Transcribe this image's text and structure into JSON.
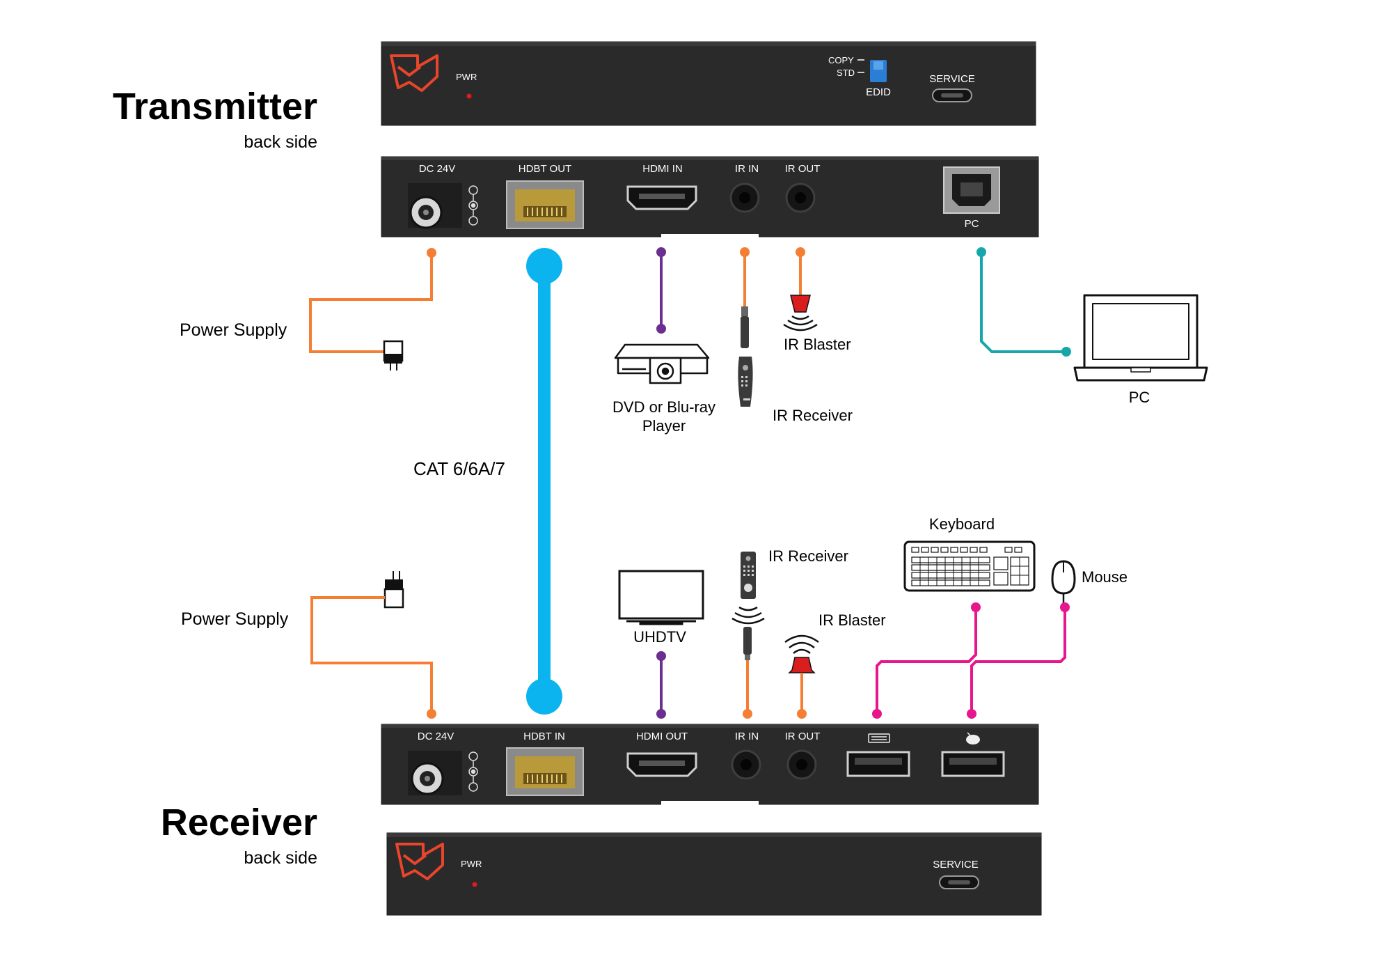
{
  "transmitter": {
    "title": "Transmitter",
    "subtitle": "back side",
    "front": {
      "pwr": "PWR",
      "copy": "COPY",
      "std": "STD",
      "edid": "EDID",
      "service": "SERVICE"
    },
    "rear": {
      "dc": "DC 24V",
      "hdbt": "HDBT OUT",
      "hdmi": "HDMI IN",
      "ir_in": "IR IN",
      "ir_out": "IR OUT",
      "pc": "PC"
    }
  },
  "receiver": {
    "title": "Receiver",
    "subtitle": "back side",
    "rear": {
      "dc": "DC 24V",
      "hdbt": "HDBT IN",
      "hdmi": "HDMI OUT",
      "ir_in": "IR IN",
      "ir_out": "IR OUT"
    },
    "front": {
      "pwr": "PWR",
      "service": "SERVICE"
    }
  },
  "labels": {
    "power_supply_top": "Power Supply",
    "power_supply_bottom": "Power Supply",
    "cable": "CAT 6/6A/7",
    "dvd_line1": "DVD or Blu-ray",
    "dvd_line2": "Player",
    "ir_blaster_top": "IR Blaster",
    "ir_receiver_top": "IR Receiver",
    "pc": "PC",
    "keyboard": "Keyboard",
    "mouse": "Mouse",
    "uhdtv": "UHDTV",
    "ir_receiver_bottom": "IR Receiver",
    "ir_blaster_bottom": "IR Blaster"
  },
  "colors": {
    "power": "#f47f34",
    "hdbt": "#0bb4ee",
    "hdmi": "#6a2f8f",
    "ir": "#f47f34",
    "usb_pc": "#16a7aa",
    "usb_peripheral": "#e6168c",
    "panel": "#2a2a2a",
    "logo": "#e8452b",
    "edid_switch": "#2a7fd4",
    "led": "#e01b1b"
  },
  "icons": [
    "power-adapter-icon",
    "dvd-player-icon",
    "ir-blaster-icon",
    "ir-receiver-icon",
    "laptop-icon",
    "tv-icon",
    "keyboard-icon",
    "mouse-icon",
    "ir-remote-icon",
    "keyboard-port-icon",
    "mouse-port-icon"
  ]
}
